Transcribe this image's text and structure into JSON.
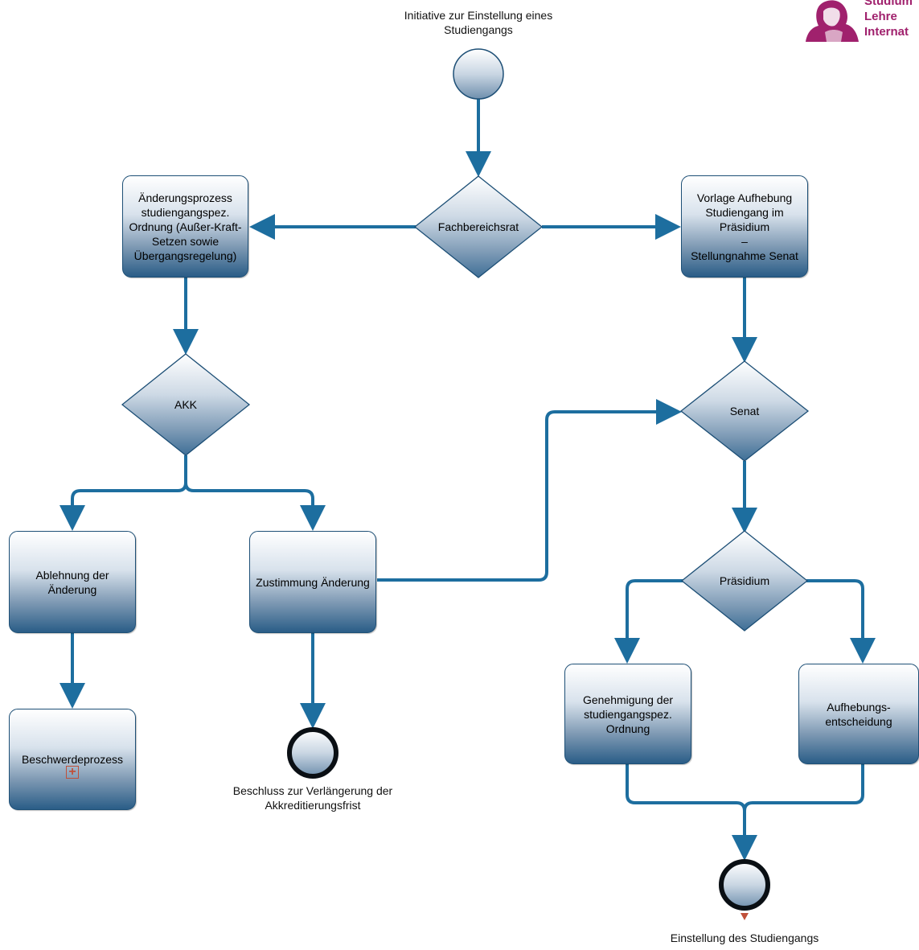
{
  "logo": {
    "text": "Studium\nLehre\nInternat",
    "color": "#a0216d"
  },
  "diagram": {
    "start_event_label": "Initiative zur Einstellung eines\nStudiengangs",
    "gateways": {
      "fachbereichsrat": "Fachbereichsrat",
      "akk": "AKK",
      "senat": "Senat",
      "praesidium": "Präsidium"
    },
    "tasks": {
      "aenderungsprozess": "Änderungsprozess\nstudiengangspez.\nOrdnung (Außer-Kraft-\nSetzen sowie\nÜbergangsregelung)",
      "vorlage_aufhebung": "Vorlage Aufhebung\nStudiengang im\nPräsidium\n–\nStellungnahme Senat",
      "ablehnung": "Ablehnung der\nÄnderung",
      "zustimmung": "Zustimmung Änderung",
      "beschwerdeprozess": "Beschwerdeprozess",
      "genehmigung": "Genehmigung der\nstudiengangspez.\nOrdnung",
      "aufhebungsentscheidung": "Aufhebungs-\nentscheidung"
    },
    "end_events": {
      "verlaengerung": "Beschluss zur Verlängerung der\nAkkreditierungsfrist",
      "einstellung": "Einstellung des Studiengangs"
    },
    "colors": {
      "flow": "#1d6e9f",
      "task_border": "#1d4f76",
      "event_fill_dark": "#7f9ab4",
      "marker": "#c0503a"
    }
  }
}
